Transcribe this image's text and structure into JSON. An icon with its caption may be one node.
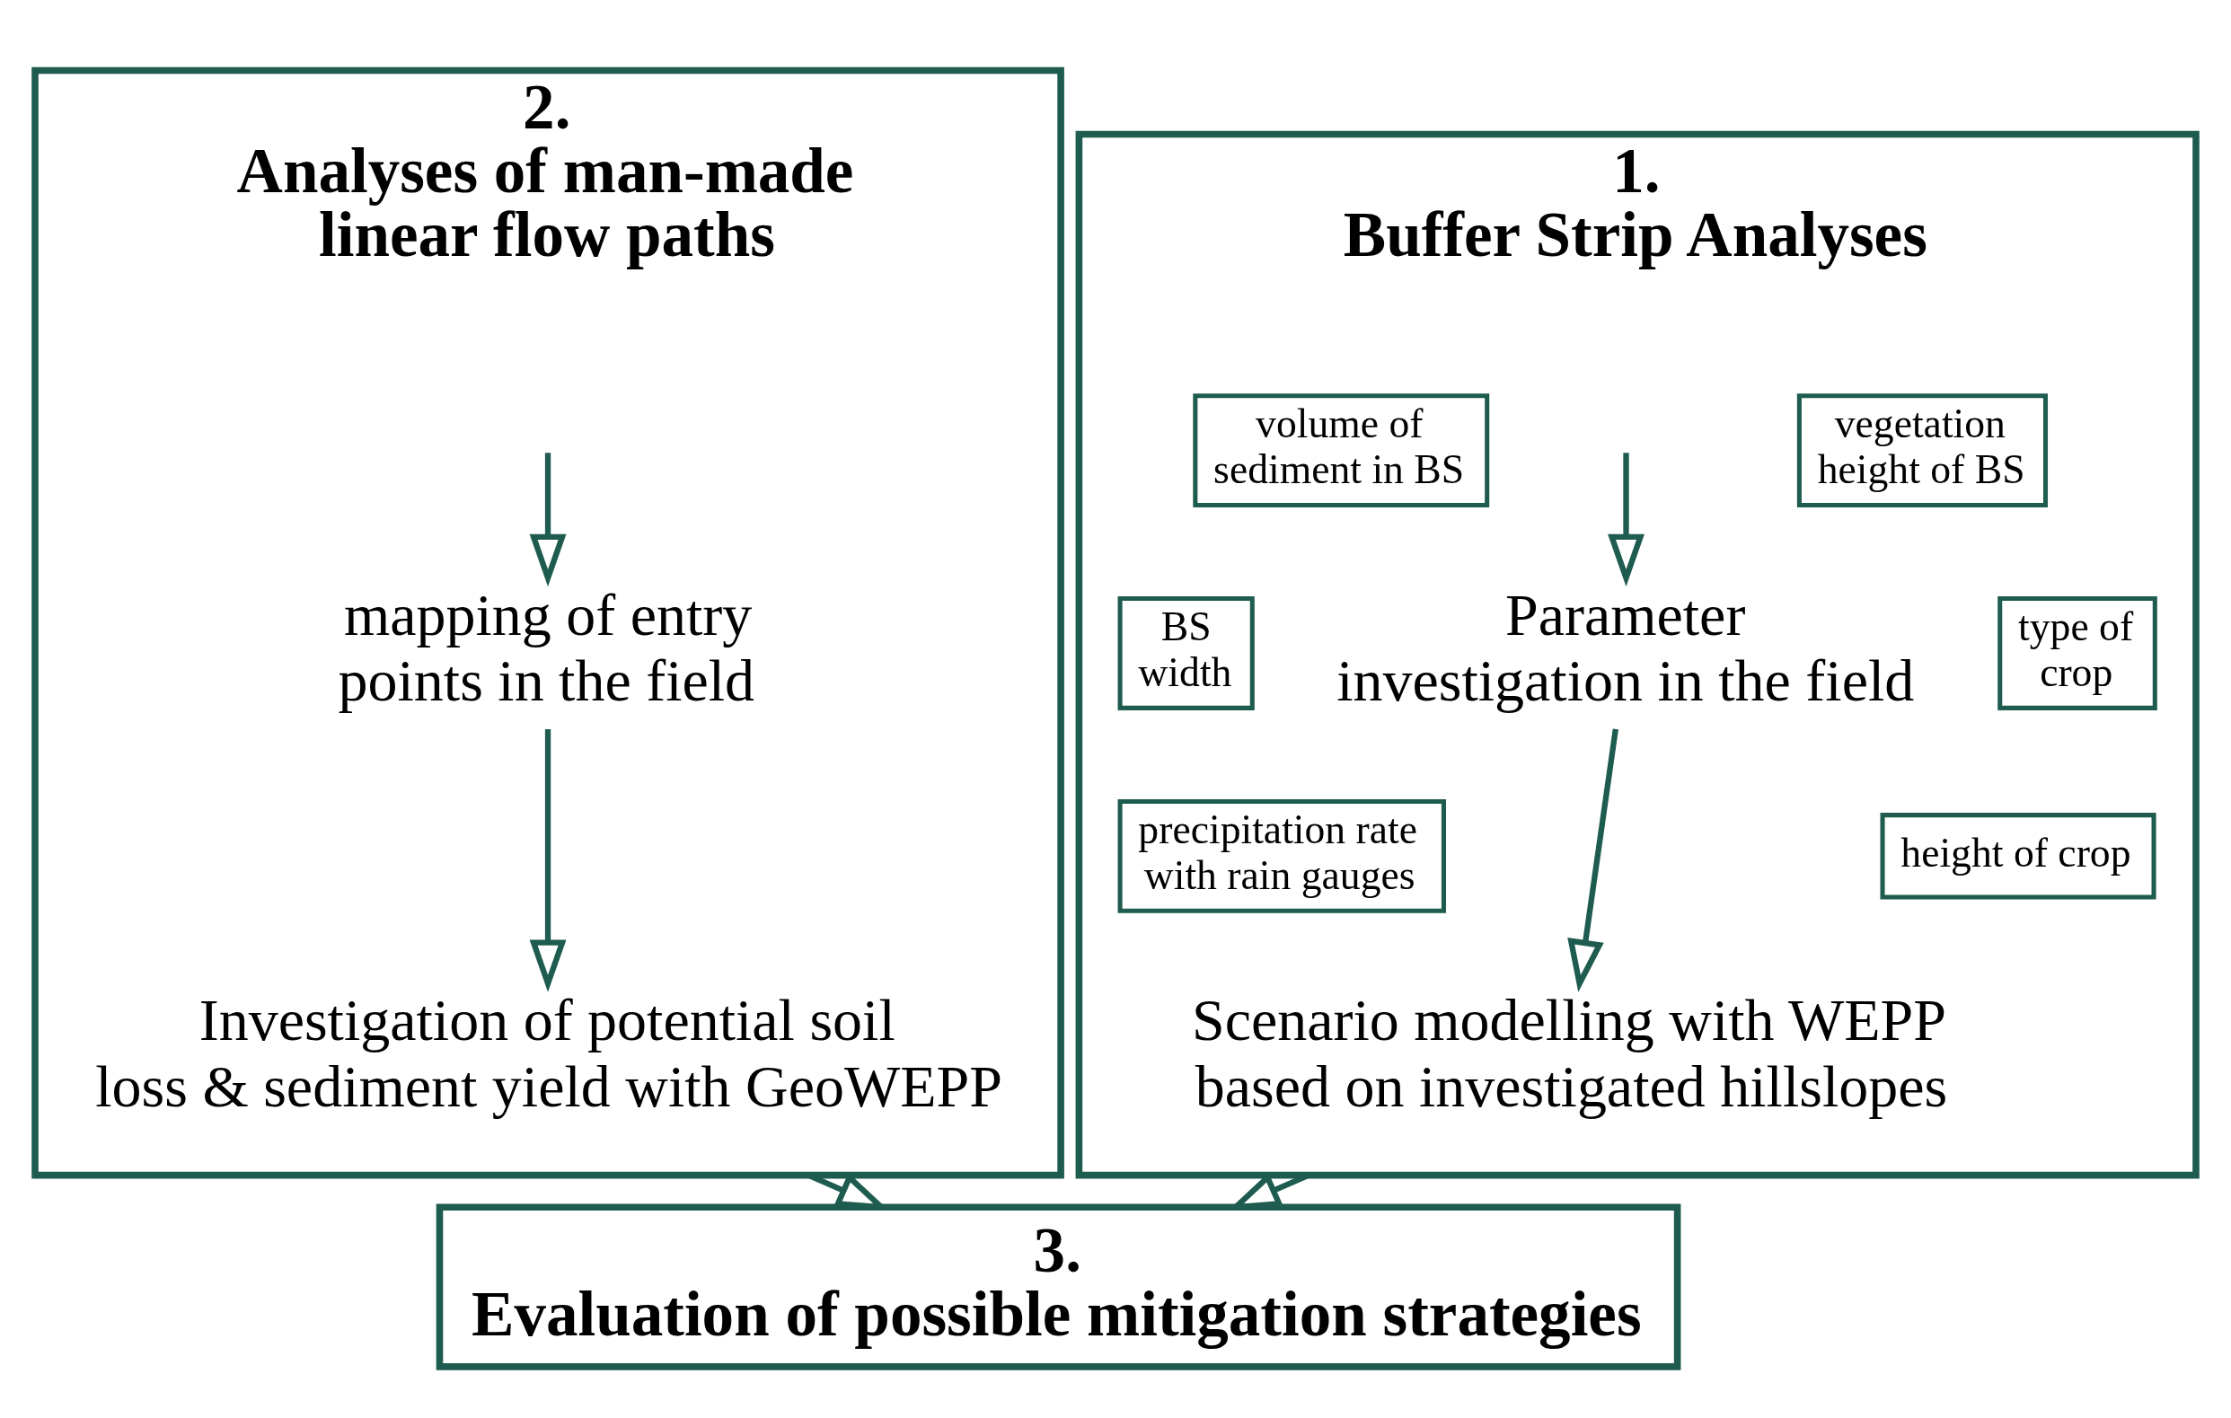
{
  "diagram": {
    "nodes": [
      {
        "text": [
          "1.",
          "Buffer Strip Analyses"
        ]
      },
      {
        "text": [
          "Parameter investigation in the field"
        ],
        "in": 0
      },
      {
        "text": [
          "volume of sediment in BS"
        ],
        "in": 0
      },
      {
        "text": [
          "vegetation height of BS"
        ],
        "in": 0
      },
      {
        "text": [
          "BS width"
        ],
        "in": 0
      },
      {
        "text": [
          "type of crop"
        ],
        "in": 0
      },
      {
        "text": [
          "precipitation rate with rain gauges"
        ],
        "in": 0
      },
      {
        "text": [
          "height of crop"
        ],
        "in": 0
      },
      {
        "text": [
          "Scenario modelling with WEPP based on investigated hillslopes"
        ],
        "in": 0
      },
      {
        "text": [
          "2.",
          "Analyses of man-made linear flow paths"
        ]
      },
      {
        "text": [
          "mapping of entry points in the field"
        ],
        "in": 9
      },
      {
        "text": [
          "Investigation of potential soil loss & sediment yield with GeoWEPP"
        ],
        "in": 9
      },
      {
        "text": [
          "3.",
          "Evaluation of possible mitigation strategies"
        ]
      }
    ],
    "edges": [
      {
        "from": null,
        "to": 1,
        "arrow": "to"
      },
      {
        "from": 1,
        "to": 8,
        "arrow": "to"
      },
      {
        "from": null,
        "to": 10,
        "arrow": "to"
      },
      {
        "from": 10,
        "to": 11,
        "arrow": "to"
      },
      {
        "from": 0,
        "to": 12,
        "arrow": "to"
      },
      {
        "from": 9,
        "to": 12,
        "arrow": "to"
      }
    ]
  }
}
